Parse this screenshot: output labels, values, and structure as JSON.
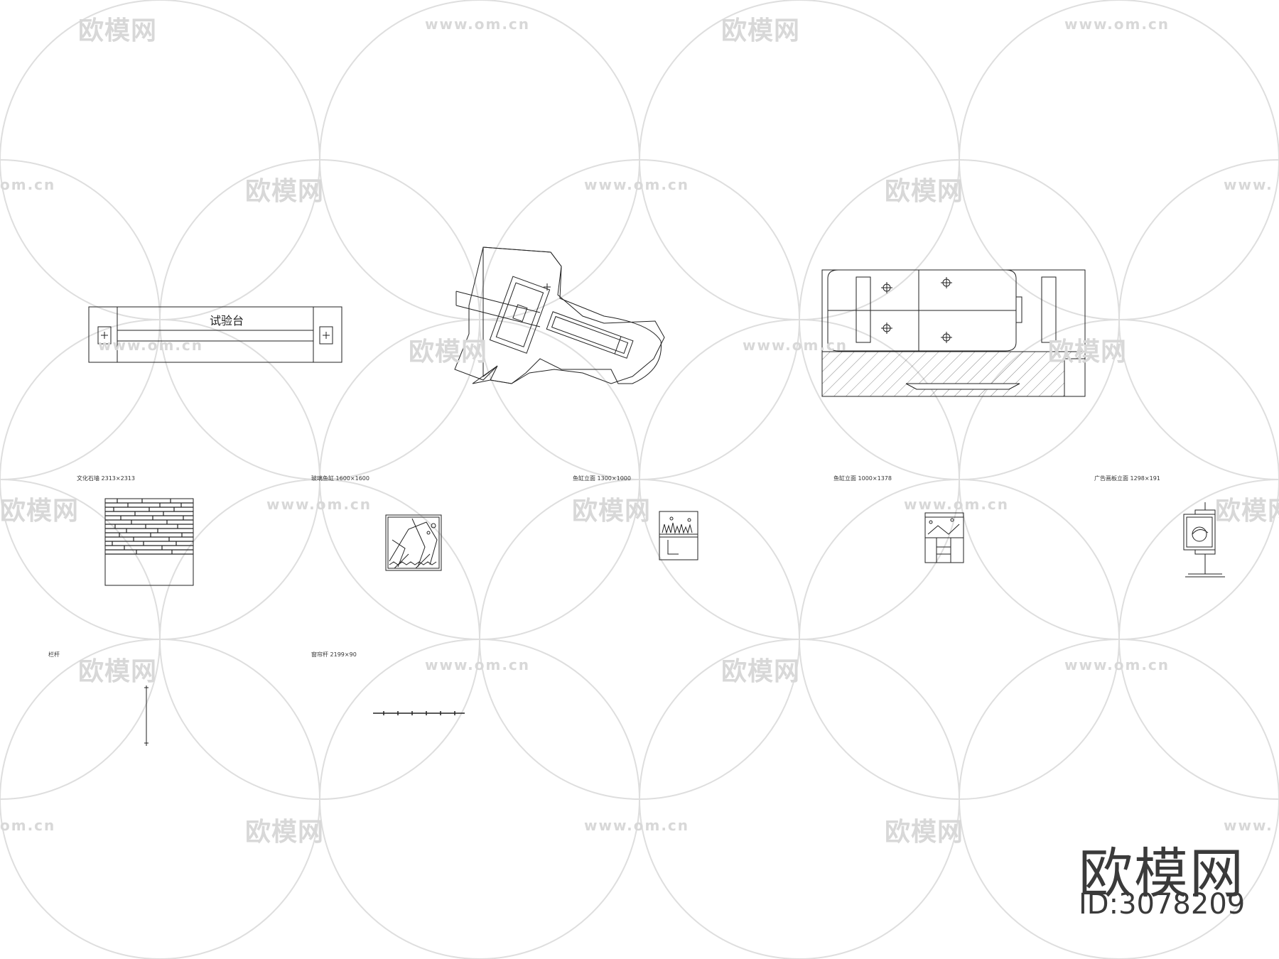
{
  "watermark": {
    "brand_cn": "欧模网",
    "url": "www.om.cn",
    "url_fragment": "om.cn",
    "url_prefix": "www."
  },
  "brand": {
    "name": "欧模网",
    "id": "ID:3078209"
  },
  "drawings": {
    "test_bench": {
      "label": "试验台",
      "title": "试验台"
    },
    "rotary_plan": {
      "label": ""
    },
    "tank_plan": {
      "label": ""
    },
    "culture_wall": {
      "label": "文化石墙   2313×2313"
    },
    "glass_tank": {
      "label": "玻璃鱼缸   1600×1600"
    },
    "fish_tank_a": {
      "label": "鱼缸立面   1300×1000"
    },
    "fish_tank_b": {
      "label": "鱼缸立面   1000×1378"
    },
    "ad_board": {
      "label": "广告画板立面   1298×191"
    },
    "pole": {
      "label": "栏杆"
    },
    "rail": {
      "label": "窗帘杆   2199×90"
    }
  },
  "colors": {
    "line": "#222222",
    "watermark": "#dcdcdc",
    "brand": "#3a3a3a"
  }
}
